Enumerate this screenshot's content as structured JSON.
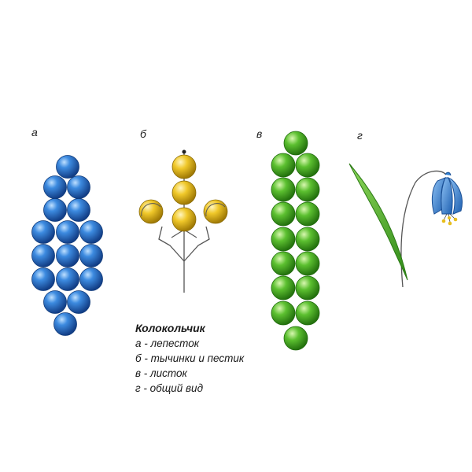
{
  "labels": {
    "a": "а",
    "b": "б",
    "v": "в",
    "g": "г"
  },
  "caption": {
    "title": "Колокольчик",
    "lines": [
      "а - лепесток",
      "б - тычинки и пестик",
      "в - листок",
      "г - общий вид"
    ]
  },
  "colors": {
    "blue_bead": "#2a6fc4",
    "yellow_bead": "#e8be1c",
    "green_bead": "#4fb02a",
    "wire": "#555555",
    "stem_green": "#49a82a",
    "flower_blue": "#2f7fd0"
  },
  "icons": {
    "bead": "circle-bead",
    "flower": "bellflower"
  }
}
